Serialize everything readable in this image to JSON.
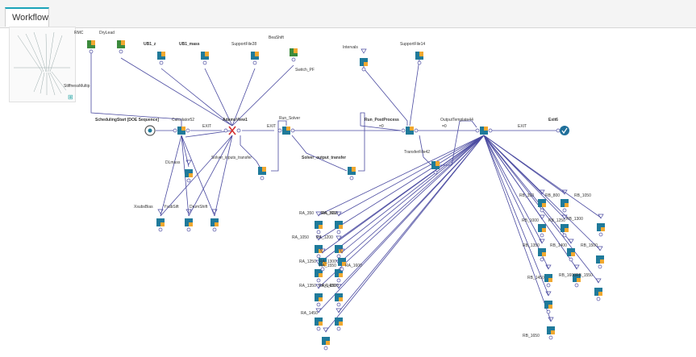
{
  "tab": {
    "label": "Workflow"
  },
  "edge_labels": {
    "exit": "EXIT",
    "eq_zero": "=0"
  },
  "nodes": {
    "rmc": "RMC",
    "drylead": "DryLead",
    "ub1_z": "UB1_z",
    "ub1_mass": "UB1_mass",
    "supportfile28": "SupportFile28",
    "beashift": "BeaShift",
    "switch_pf": "Switch_PF",
    "stiffnessmultip": "StiffnessMultip",
    "intervals": "Intervals",
    "supportfile14": "SupportFile14",
    "scheduling": "SchedulingStart [DOE Sequence]",
    "calculator52": "Calculator52",
    "adamsview1": "AdamsView1",
    "run_solver": "Run_Solver",
    "run_postprocess": "Run_PostProcess",
    "outputtemplate44": "OutputTemplate44",
    "exit6": "Exit6",
    "dlmass": "DLmass",
    "solver_inputs": "Solver_inputs_transfer",
    "solver_output": "Solver_output_transfer",
    "transferfile42": "TransferFile42",
    "xsubsbias": "XsubsBias",
    "ysubsift": "YsubSift",
    "drumshift": "DrumShift",
    "ra": [
      "RA_350",
      "RA_800",
      "RA_1050",
      "RA_1200",
      "RA_1250",
      "RA_1300",
      "RA_1350",
      "RA_1400",
      "RA_1450",
      "RA_1500",
      "RA_1550",
      "RA_1600",
      "RA_1650"
    ],
    "rb": [
      "RB_350",
      "RB_800",
      "RB_1000",
      "RB_1050",
      "RB_1250",
      "RB_1300",
      "RB_1350",
      "RB_1400",
      "RB_1450",
      "RB_1500",
      "RB_1550",
      "RB_1600",
      "RB_1650"
    ]
  },
  "colors": {
    "edge": "#4a4aa0",
    "node_teal": "#1f7a9a",
    "node_orange": "#f0a830",
    "node_green": "#3c8a3c",
    "exit_node": "#1f6f9a",
    "error_red": "#d43030",
    "accent": "#1aa3b8"
  }
}
